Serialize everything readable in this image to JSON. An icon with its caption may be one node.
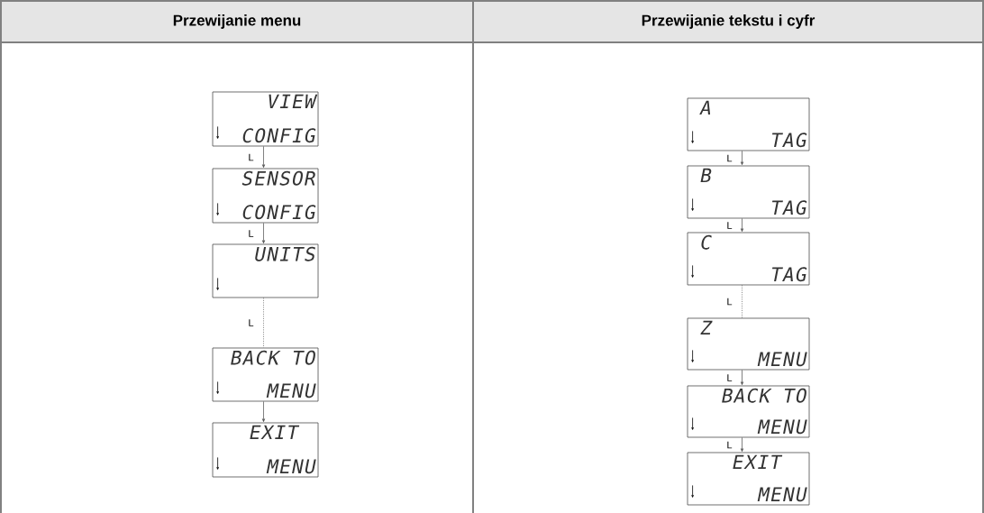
{
  "diagram": {
    "nodes": [
      {
        "text": [
          "VIEW",
          "CONFIG"
        ]
      },
      {
        "text": [
          "SENSOR",
          "CONFIG"
        ]
      },
      {
        "text": [
          "UNITS"
        ]
      },
      {
        "text": [
          "BACK TO",
          "MENU"
        ]
      },
      {
        "text": [
          "EXIT",
          "MENU"
        ]
      },
      {
        "text": [
          "A",
          "TAG"
        ]
      },
      {
        "text": [
          "B",
          "TAG"
        ]
      },
      {
        "text": [
          "C",
          "TAG"
        ]
      },
      {
        "text": [
          "Z",
          "MENU"
        ]
      },
      {
        "text": [
          "BACK TO",
          "MENU"
        ]
      },
      {
        "text": [
          "EXIT",
          "MENU"
        ]
      }
    ],
    "edges": [
      {
        "from": 0,
        "to": 1,
        "arrow": "to",
        "label": "L"
      },
      {
        "from": 1,
        "to": 2,
        "arrow": "to",
        "label": "L"
      },
      {
        "from": 2,
        "to": 3,
        "arrow": "none",
        "label": "L",
        "style": "dashed"
      },
      {
        "from": 3,
        "to": 4,
        "arrow": "to"
      },
      {
        "from": 5,
        "to": 6,
        "arrow": "to",
        "label": "L"
      },
      {
        "from": 6,
        "to": 7,
        "arrow": "to",
        "label": "L"
      },
      {
        "from": 7,
        "to": 8,
        "arrow": "none",
        "label": "L",
        "style": "dashed"
      },
      {
        "from": 8,
        "to": 9,
        "arrow": "to",
        "label": "L"
      },
      {
        "from": 9,
        "to": 10,
        "arrow": "to",
        "label": "L"
      }
    ],
    "labels": [
      "Przewijanie menu",
      "Przewijanie tekstu i cyfr"
    ]
  }
}
